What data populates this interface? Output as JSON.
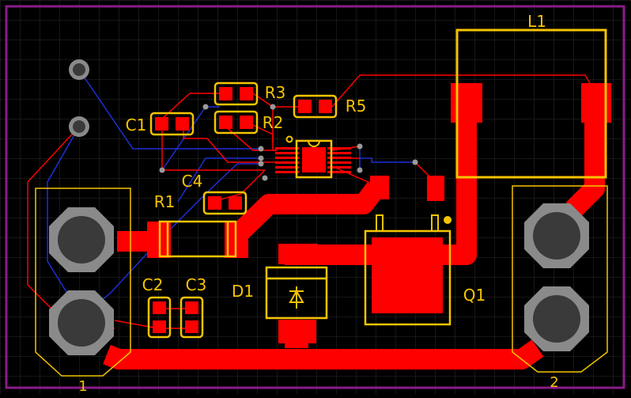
{
  "colors": {
    "background": "#000000",
    "grid": "#2c2c2c",
    "board_outline": "#8a1b8a",
    "copper_top": "#ff0000",
    "copper_bottom": "#1e2fd6",
    "silkscreen": "#f5c400",
    "pad_gray": "#8a8a8a",
    "hole": "#3a3a3a",
    "via": "#9a9a9a"
  },
  "components": {
    "L1": "L1",
    "R1": "R1",
    "R2": "R2",
    "R3": "R3",
    "R5": "R5",
    "C1": "C1",
    "C2": "C2",
    "C3": "C3",
    "C4": "C4",
    "D1": "D1",
    "Q1": "Q1"
  },
  "connectors": {
    "left_label": "1",
    "right_label": "2"
  }
}
